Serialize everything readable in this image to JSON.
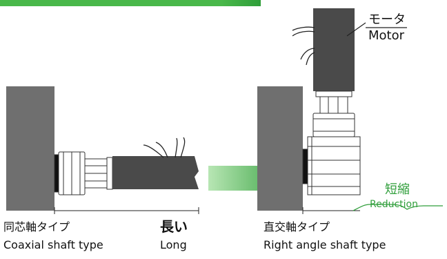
{
  "left": {
    "jp_label": "同芯軸タイプ",
    "en_label": "Coaxial shaft type",
    "length_jp": "長い",
    "length_en": "Long"
  },
  "right": {
    "jp_label": "直交軸タイプ",
    "en_label": "Right angle shaft type",
    "motor_jp": "モータ",
    "motor_en": "Motor",
    "reduction_jp": "短縮",
    "reduction_en": "Reduction"
  },
  "colors": {
    "wall": "#6f6f6f",
    "motor_body": "#4a4a4a",
    "gear_housing": "#ffffff",
    "arrow_green": "#3fae3f",
    "top_bar_green": "#3fae3f",
    "reduction_green": "#2f9e3a"
  }
}
